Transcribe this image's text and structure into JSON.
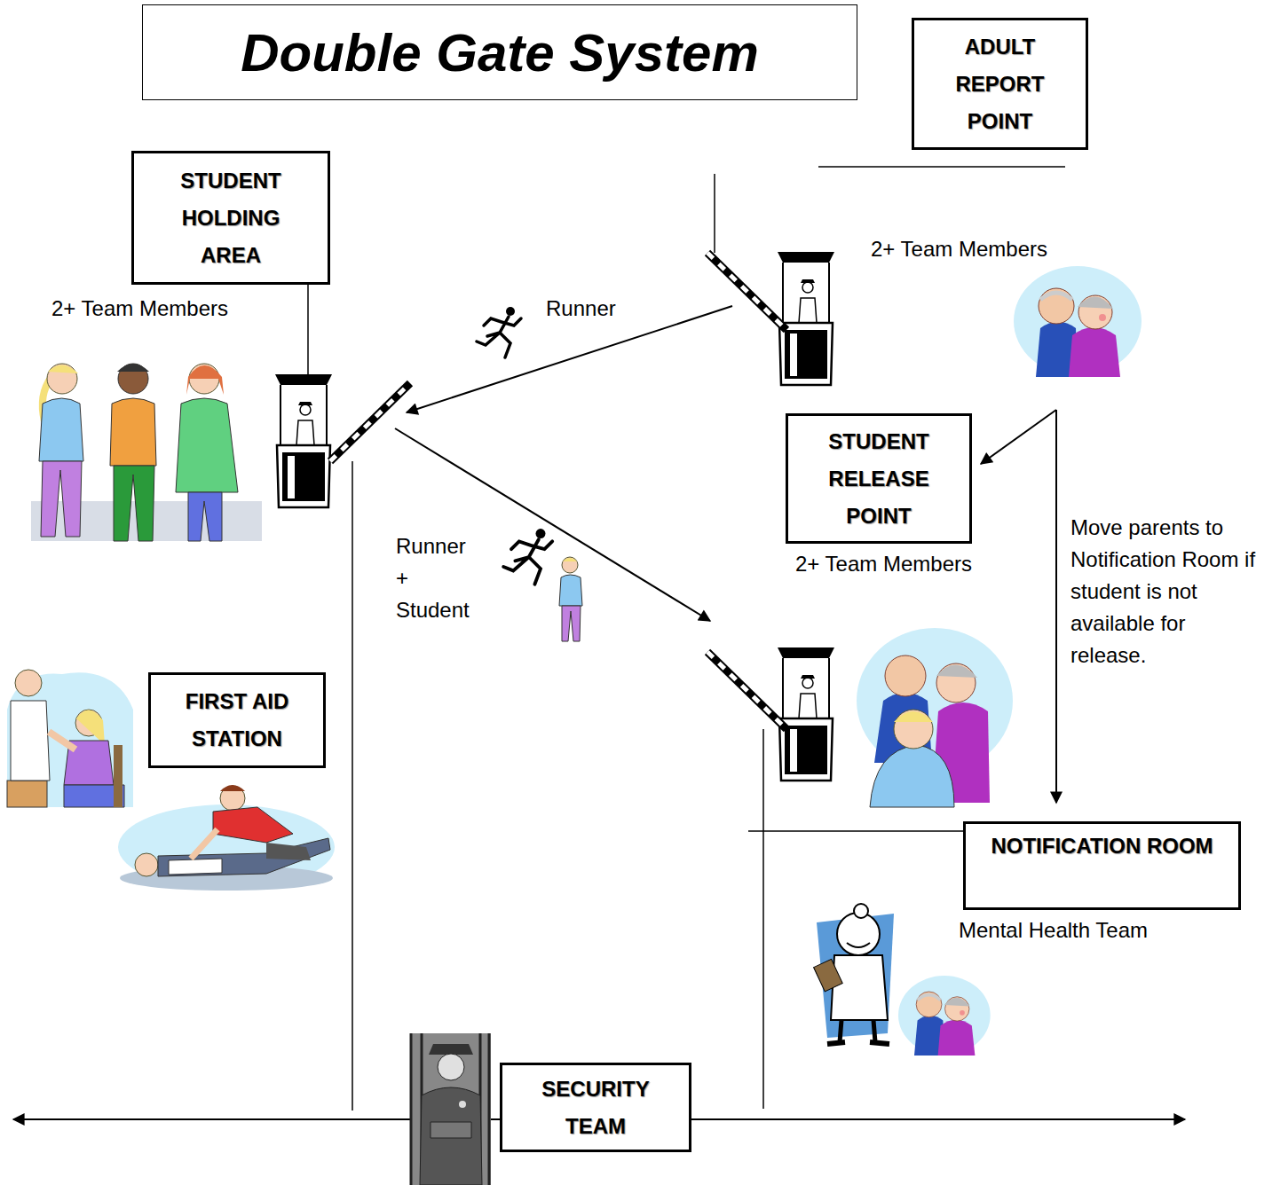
{
  "diagram": {
    "title": "Double Gate System",
    "nodes": [
      {
        "text": [
          "ADULT REPORT POINT"
        ]
      },
      {
        "text": [
          "STUDENT HOLDING AREA"
        ]
      },
      {
        "text": [
          "STUDENT RELEASE POINT"
        ]
      },
      {
        "text": [
          "FIRST AID STATION"
        ]
      },
      {
        "text": [
          "NOTIFICATION ROOM"
        ]
      },
      {
        "text": [
          "SECURITY TEAM"
        ]
      }
    ],
    "labels": [
      "2+ Team Members",
      "2+ Team Members",
      "Runner",
      "Runner + Student",
      "2+ Team Members",
      "Move parents to Notification Room if student is not available for release.",
      "Mental Health Team"
    ]
  }
}
